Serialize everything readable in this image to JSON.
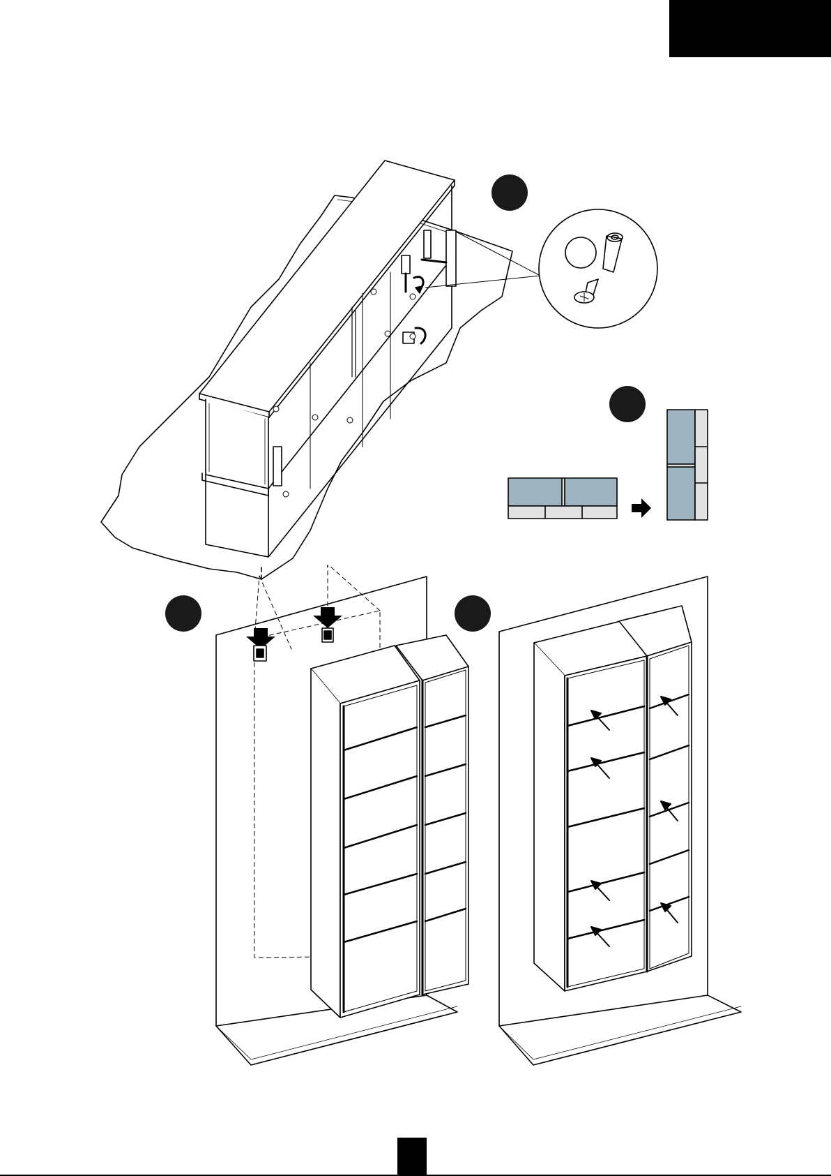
{
  "page": {
    "background": "#ffffff",
    "ink": "#000000"
  },
  "colors": {
    "panel_blue": "#9fb3c1",
    "panel_grey": "#e2e2e2"
  },
  "steps": [
    {
      "bullet": "step-1",
      "subject": "screw-cam-fitting"
    },
    {
      "bullet": "step-2",
      "subject": "orientation-change"
    },
    {
      "bullet": "step-3",
      "subject": "wall-mount-brackets"
    },
    {
      "bullet": "step-4",
      "subject": "insert-shelves"
    }
  ],
  "icons": [
    "screwdriver-icon",
    "rotate-arrow-icon",
    "arrow-right-icon",
    "arrow-down-icon",
    "dowel-icon",
    "screw-icon",
    "cam-disc-icon",
    "bracket-icon"
  ]
}
